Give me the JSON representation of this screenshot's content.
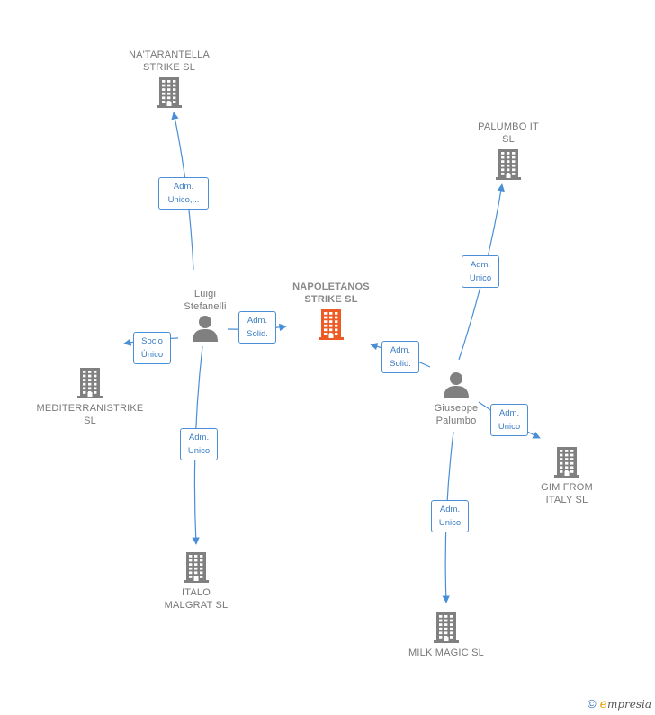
{
  "colors": {
    "company": "#808080",
    "focus": "#ee5a24",
    "person": "#808080",
    "edge": "#3b7cc4",
    "label_text": "#777777"
  },
  "nodes": [
    {
      "id": "natarantella",
      "type": "company",
      "label": "NA'TARANTELLA\nSTRIKE  SL",
      "icon": "building-icon"
    },
    {
      "id": "napoletanos",
      "type": "company",
      "focus": true,
      "label": "NAPOLETANOS\nSTRIKE  SL",
      "icon": "building-icon"
    },
    {
      "id": "palumbo_it",
      "type": "company",
      "label": "PALUMBO IT\nSL",
      "icon": "building-icon"
    },
    {
      "id": "luigi",
      "type": "person",
      "label": "Luigi\nStefanelli",
      "icon": "person-icon"
    },
    {
      "id": "mediterranistrike",
      "type": "company",
      "label": "MEDITERRANISTRIKE\nSL",
      "icon": "building-icon"
    },
    {
      "id": "giuseppe",
      "type": "person",
      "label": "Giuseppe\nPalumbo",
      "icon": "person-icon"
    },
    {
      "id": "gim",
      "type": "company",
      "label": "GIM FROM\nITALY  SL",
      "icon": "building-icon"
    },
    {
      "id": "italo",
      "type": "company",
      "label": "ITALO\nMALGRAT  SL",
      "icon": "building-icon"
    },
    {
      "id": "milk",
      "type": "company",
      "label": "MILK MAGIC SL",
      "icon": "building-icon"
    }
  ],
  "edges": [
    {
      "from": "luigi",
      "to": "natarantella",
      "label": "Adm.\nUnico,..."
    },
    {
      "from": "luigi",
      "to": "napoletanos",
      "label": "Adm.\nSolid."
    },
    {
      "from": "luigi",
      "to": "mediterranistrike",
      "label": "Socio\nÚnico"
    },
    {
      "from": "luigi",
      "to": "italo",
      "label": "Adm.\nUnico"
    },
    {
      "from": "giuseppe",
      "to": "palumbo_it",
      "label": "Adm.\nUnico"
    },
    {
      "from": "giuseppe",
      "to": "napoletanos",
      "label": "Adm.\nSolid."
    },
    {
      "from": "giuseppe",
      "to": "gim",
      "label": "Adm.\nUnico"
    },
    {
      "from": "giuseppe",
      "to": "milk",
      "label": "Adm.\nUnico"
    }
  ],
  "footer": {
    "copyright": "©",
    "brand_first": "e",
    "brand_rest": "mpresia"
  }
}
